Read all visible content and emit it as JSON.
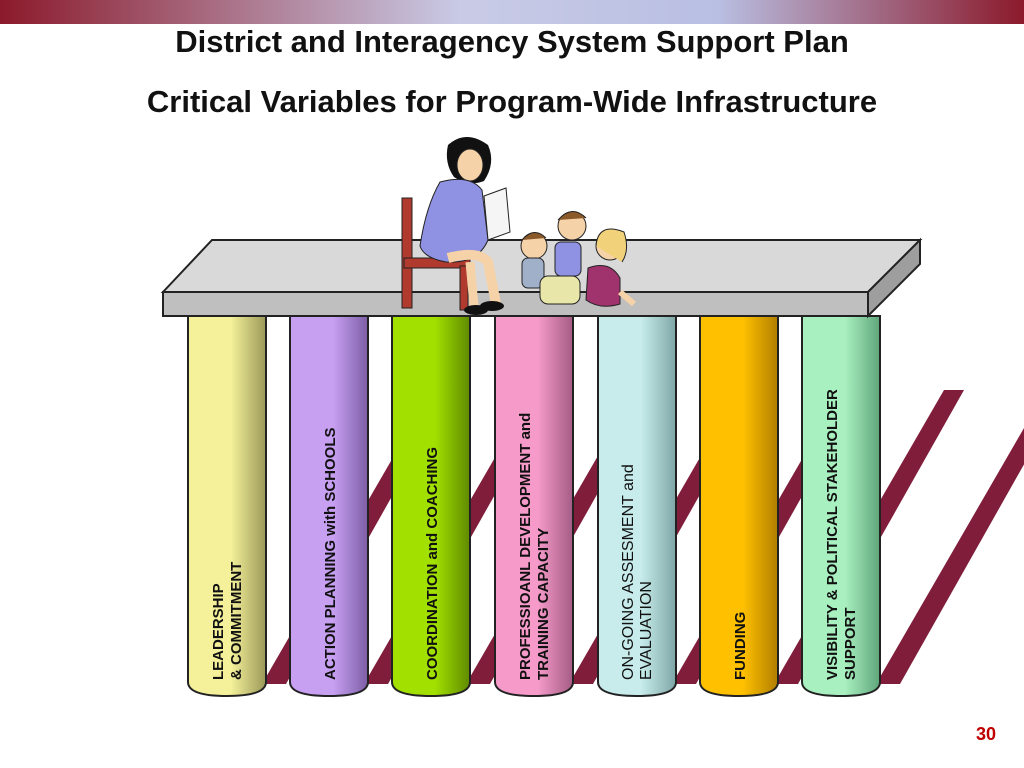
{
  "title": "District and Interagency System Support Plan",
  "subtitle": "Critical Variables for Program-Wide Infrastructure",
  "page_number": "30",
  "colors": {
    "accent": "#8b1a2b",
    "shadow": "#7f1d3a",
    "slab": "#cfcfcf",
    "page_number": "#c00000"
  },
  "illustration": "teacher-reading-to-children",
  "pillars": [
    {
      "line1": "LEADERSHIP",
      "line2": "& COMMITMENT",
      "color": "#f4f19a",
      "dark": "#9a9858"
    },
    {
      "line1": "ACTION PLANNING with SCHOOLS",
      "line2": "",
      "color": "#c8a0f2",
      "dark": "#7d5ea6"
    },
    {
      "line1": "COORDINATION and COACHING",
      "line2": "",
      "color": "#a2e000",
      "dark": "#5f8a00"
    },
    {
      "line1": "PROFESSIOANL DEVELOPMENT and",
      "line2": "TRAINING CAPACITY",
      "color": "#f59ac9",
      "dark": "#a45c84"
    },
    {
      "line1": "ON-GOING ASSESMENT and",
      "line2": "EVALUATION",
      "color": "#c8ecec",
      "dark": "#7fa6a6"
    },
    {
      "line1": "FUNDING",
      "line2": "",
      "color": "#ffc000",
      "dark": "#b07e00"
    },
    {
      "line1": "VISIBILITY & POLITICAL STAKEHOLDER",
      "line2": "SUPPORT",
      "color": "#a9f0c0",
      "dark": "#5ea57a"
    }
  ]
}
